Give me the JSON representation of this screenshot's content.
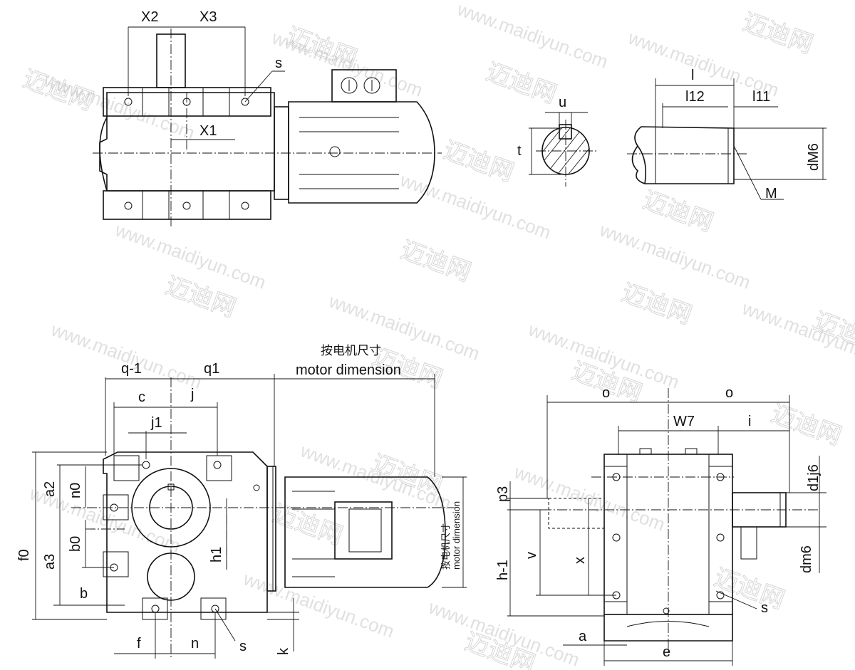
{
  "top_left_view": {
    "labels": {
      "x2": "X2",
      "x3": "X3",
      "x1": "X1",
      "s": "s"
    }
  },
  "top_right_view": {
    "labels": {
      "u": "u",
      "t": "t",
      "l": "l",
      "l12": "l12",
      "l11": "l11",
      "dM6": "dM6",
      "M": "M"
    }
  },
  "bottom_left_view": {
    "motor_note_cn": "按电机尺寸",
    "motor_note_en": "motor dimension",
    "labels": {
      "q_1": "q-1",
      "q1": "q1",
      "c": "c",
      "j": "j",
      "j1": "j1",
      "a2": "a2",
      "n0": "n0",
      "b0": "b0",
      "a3": "a3",
      "f0": "f0",
      "b": "b",
      "h1": "h1",
      "f": "f",
      "n": "n",
      "s": "s",
      "k": "k"
    }
  },
  "bottom_right_view": {
    "labels": {
      "o_left": "o",
      "o_right": "o",
      "w7": "W7",
      "i": "i",
      "p3": "p3",
      "d1j6": "d1j6",
      "h_1": "h-1",
      "v": "v",
      "x": "x",
      "dm6": "dm6",
      "s": "s",
      "a": "a",
      "e": "e"
    }
  },
  "watermark": {
    "text": "www.maidiyun.com",
    "cn": "迈迪网"
  }
}
